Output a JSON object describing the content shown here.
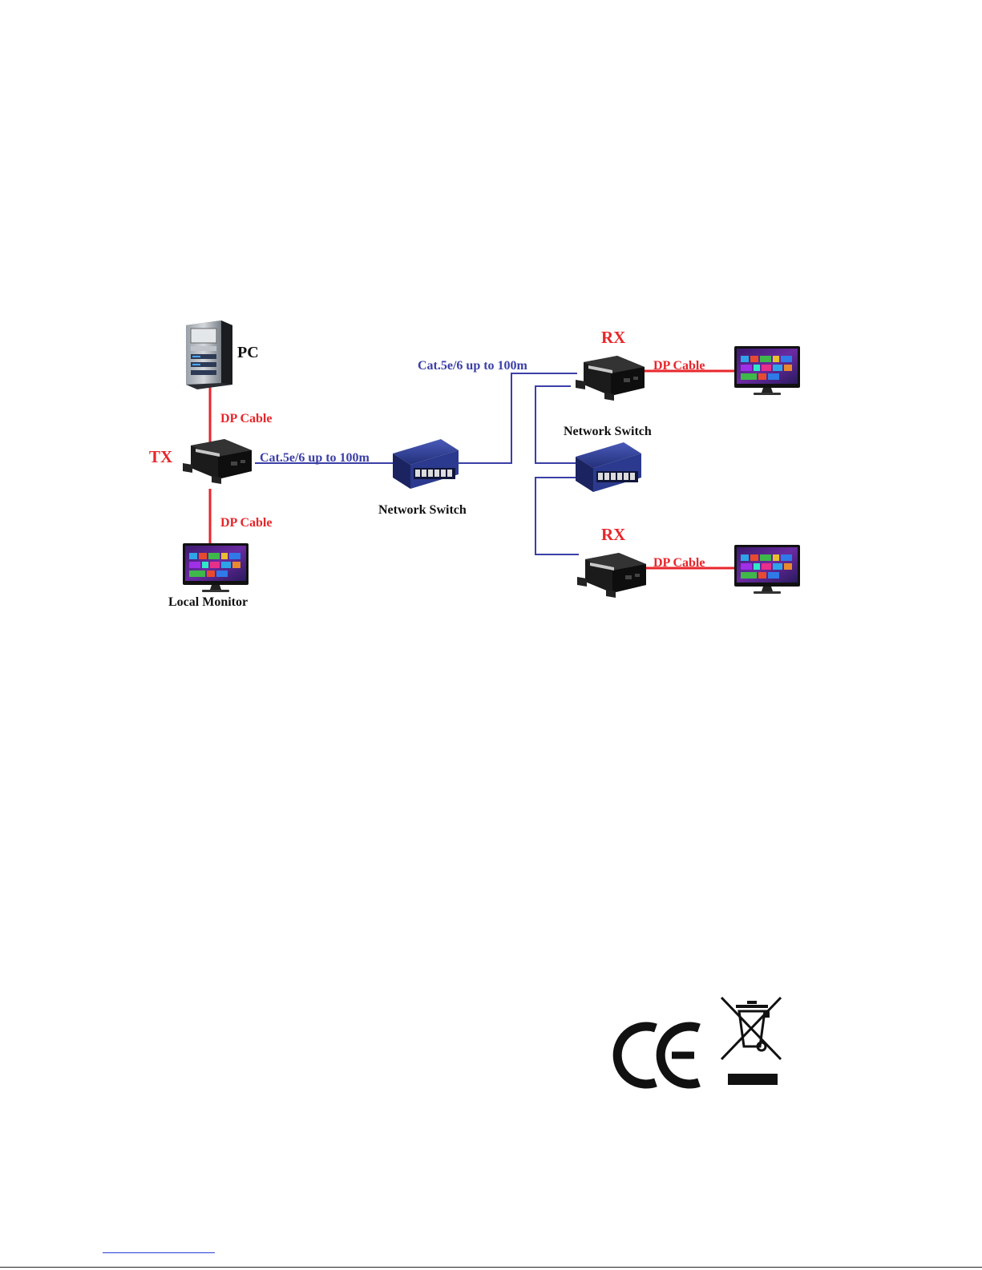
{
  "colors": {
    "dp_cable": "#e8262b",
    "cat_cable": "#3b3fa6",
    "device_body": "#1b1b1b",
    "switch_body": "#2b3a8e"
  },
  "labels": {
    "pc": "PC",
    "tx": "TX",
    "rx": "RX",
    "dp_cable": "DP Cable",
    "cat_cable": "Cat.5e/6 up to 100m",
    "network_switch": "Network Switch",
    "local_monitor": "Local Monitor"
  },
  "icons": {
    "pc": "pc-tower-icon",
    "transmitter": "tx-extender-icon",
    "receiver": "rx-extender-icon",
    "switch": "network-switch-icon",
    "monitor": "monitor-icon",
    "ce": "ce-mark",
    "weee": "weee-crossed-bin-icon"
  },
  "marks": {
    "ce": "CE"
  }
}
